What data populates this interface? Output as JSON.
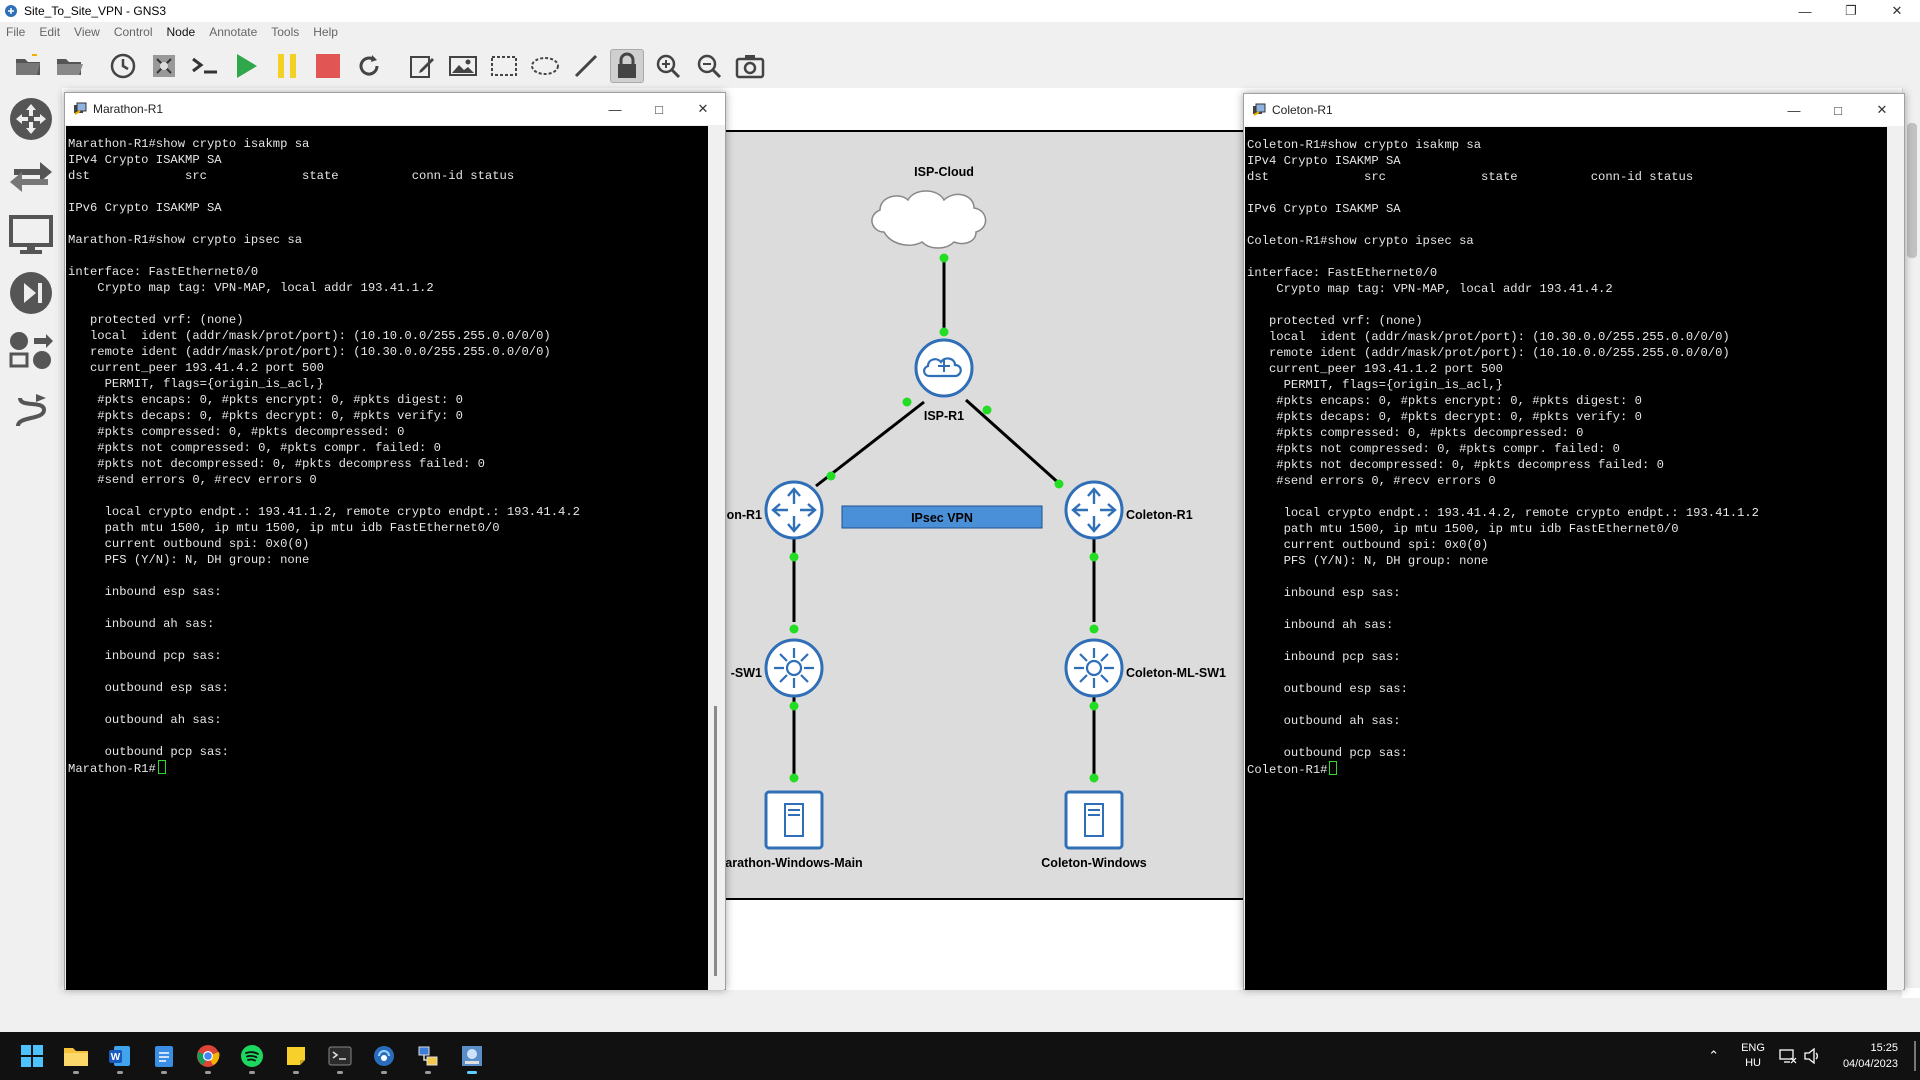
{
  "window": {
    "title": "Site_To_Site_VPN - GNS3"
  },
  "menu": [
    "File",
    "Edit",
    "View",
    "Control",
    "Node",
    "Annotate",
    "Tools",
    "Help"
  ],
  "toolbar_icons": [
    "open-folder-icon",
    "open-project-icon",
    "clock-icon",
    "snapshot-icon",
    "console-icon",
    "start-icon",
    "pause-icon",
    "stop-icon",
    "reload-icon",
    "edit-note-icon",
    "insert-image-icon",
    "draw-rectangle-icon",
    "draw-ellipse-icon",
    "draw-line-icon",
    "lock-icon",
    "zoom-in-icon",
    "zoom-out-icon",
    "screenshot-icon"
  ],
  "dock_icons": [
    "routers-icon",
    "switches-icon",
    "end-devices-icon",
    "security-devices-icon",
    "all-devices-icon",
    "add-link-icon"
  ],
  "topology": {
    "nodes": {
      "cloud": "ISP-Cloud",
      "isp": "ISP-R1",
      "mar_r": "on-R1",
      "col_r": "Coleton-R1",
      "mar_sw": "-SW1",
      "col_sw": "Coleton-ML-SW1",
      "mar_pc": "arathon-Windows-Main",
      "col_pc": "Coleton-Windows"
    },
    "vpn_label": "IPsec VPN",
    "colors": {
      "vpn_box": "#4a90d9",
      "link_dot": "#22dd22",
      "node": "#2f6fb7"
    }
  },
  "consoles": {
    "left": {
      "title": "Marathon-R1",
      "prompt": "Marathon-R1#",
      "lines": [
        "Marathon-R1#show crypto isakmp sa",
        "IPv4 Crypto ISAKMP SA",
        "dst             src             state          conn-id status",
        "",
        "IPv6 Crypto ISAKMP SA",
        "",
        "Marathon-R1#show crypto ipsec sa",
        "",
        "interface: FastEthernet0/0",
        "    Crypto map tag: VPN-MAP, local addr 193.41.1.2",
        "",
        "   protected vrf: (none)",
        "   local  ident (addr/mask/prot/port): (10.10.0.0/255.255.0.0/0/0)",
        "   remote ident (addr/mask/prot/port): (10.30.0.0/255.255.0.0/0/0)",
        "   current_peer 193.41.4.2 port 500",
        "     PERMIT, flags={origin_is_acl,}",
        "    #pkts encaps: 0, #pkts encrypt: 0, #pkts digest: 0",
        "    #pkts decaps: 0, #pkts decrypt: 0, #pkts verify: 0",
        "    #pkts compressed: 0, #pkts decompressed: 0",
        "    #pkts not compressed: 0, #pkts compr. failed: 0",
        "    #pkts not decompressed: 0, #pkts decompress failed: 0",
        "    #send errors 0, #recv errors 0",
        "",
        "     local crypto endpt.: 193.41.1.2, remote crypto endpt.: 193.41.4.2",
        "     path mtu 1500, ip mtu 1500, ip mtu idb FastEthernet0/0",
        "     current outbound spi: 0x0(0)",
        "     PFS (Y/N): N, DH group: none",
        "",
        "     inbound esp sas:",
        "",
        "     inbound ah sas:",
        "",
        "     inbound pcp sas:",
        "",
        "     outbound esp sas:",
        "",
        "     outbound ah sas:",
        "",
        "     outbound pcp sas:"
      ]
    },
    "right": {
      "title": "Coleton-R1",
      "prompt": "Coleton-R1#",
      "lines": [
        "Coleton-R1#show crypto isakmp sa",
        "IPv4 Crypto ISAKMP SA",
        "dst             src             state          conn-id status",
        "",
        "IPv6 Crypto ISAKMP SA",
        "",
        "Coleton-R1#show crypto ipsec sa",
        "",
        "interface: FastEthernet0/0",
        "    Crypto map tag: VPN-MAP, local addr 193.41.4.2",
        "",
        "   protected vrf: (none)",
        "   local  ident (addr/mask/prot/port): (10.30.0.0/255.255.0.0/0/0)",
        "   remote ident (addr/mask/prot/port): (10.10.0.0/255.255.0.0/0/0)",
        "   current_peer 193.41.1.2 port 500",
        "     PERMIT, flags={origin_is_acl,}",
        "    #pkts encaps: 0, #pkts encrypt: 0, #pkts digest: 0",
        "    #pkts decaps: 0, #pkts decrypt: 0, #pkts verify: 0",
        "    #pkts compressed: 0, #pkts decompressed: 0",
        "    #pkts not compressed: 0, #pkts compr. failed: 0",
        "    #pkts not decompressed: 0, #pkts decompress failed: 0",
        "    #send errors 0, #recv errors 0",
        "",
        "     local crypto endpt.: 193.41.4.2, remote crypto endpt.: 193.41.1.2",
        "     path mtu 1500, ip mtu 1500, ip mtu idb FastEthernet0/0",
        "     current outbound spi: 0x0(0)",
        "     PFS (Y/N): N, DH group: none",
        "",
        "     inbound esp sas:",
        "",
        "     inbound ah sas:",
        "",
        "     inbound pcp sas:",
        "",
        "     outbound esp sas:",
        "",
        "     outbound ah sas:",
        "",
        "     outbound pcp sas:"
      ]
    }
  },
  "taskbar": {
    "apps": [
      "start-icon",
      "file-explorer-icon",
      "word-icon",
      "notepad-icon",
      "chrome-icon",
      "spotify-icon",
      "sticky-notes-icon",
      "terminal-icon",
      "vpn-app-icon",
      "network-app-icon",
      "gns3-icon"
    ],
    "lang_top": "ENG",
    "lang_bottom": "HU",
    "time": "15:25",
    "date": "04/04/2023"
  }
}
